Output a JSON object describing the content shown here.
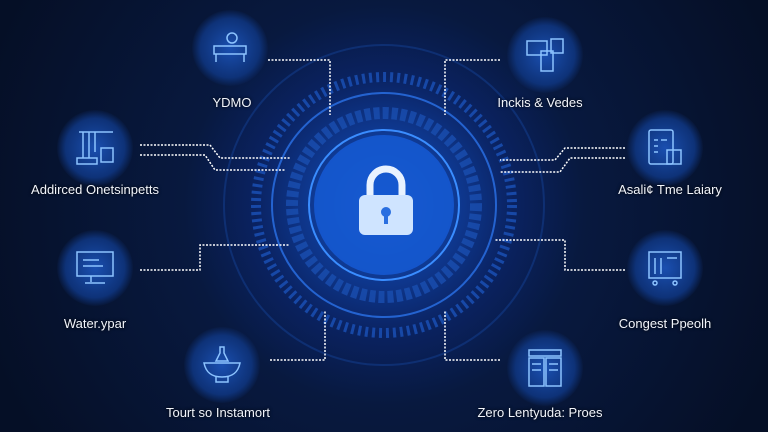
{
  "center": {
    "icon": "padlock-icon"
  },
  "colors": {
    "background": "#06122e",
    "accent": "#3a8dff",
    "connector": "#ffffff"
  },
  "nodes": [
    {
      "label": "YDMO",
      "icon": "hospital-bed-icon"
    },
    {
      "label": "Addirced Onetsinpetts",
      "icon": "lab-equipment-icon"
    },
    {
      "label": "Water.ypar",
      "icon": "monitor-icon"
    },
    {
      "label": "Tourt so Instamort",
      "icon": "bathtub-icon"
    },
    {
      "label": "Inckis & Vedes",
      "icon": "devices-icon"
    },
    {
      "label": "Asali¢ Tme Laiary",
      "icon": "tablet-icon"
    },
    {
      "label": "Congest Ppeolh",
      "icon": "cart-icon"
    },
    {
      "label": "Zero Lentyuda: Proes",
      "icon": "document-panels-icon"
    }
  ]
}
